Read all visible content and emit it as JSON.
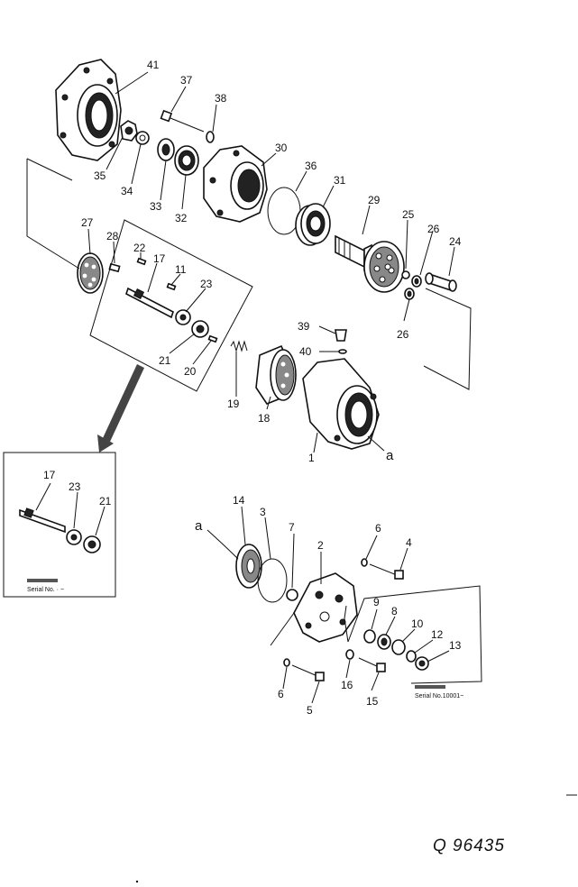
{
  "diagram": {
    "parts": [
      {
        "id": "41",
        "label": "41"
      },
      {
        "id": "37",
        "label": "37"
      },
      {
        "id": "38",
        "label": "38"
      },
      {
        "id": "30",
        "label": "30"
      },
      {
        "id": "36",
        "label": "36"
      },
      {
        "id": "31",
        "label": "31"
      },
      {
        "id": "29",
        "label": "29"
      },
      {
        "id": "25",
        "label": "25"
      },
      {
        "id": "26a",
        "label": "26"
      },
      {
        "id": "24",
        "label": "24"
      },
      {
        "id": "26b",
        "label": "26"
      },
      {
        "id": "35",
        "label": "35"
      },
      {
        "id": "34",
        "label": "34"
      },
      {
        "id": "33",
        "label": "33"
      },
      {
        "id": "32",
        "label": "32"
      },
      {
        "id": "27",
        "label": "27"
      },
      {
        "id": "28",
        "label": "28"
      },
      {
        "id": "22",
        "label": "22"
      },
      {
        "id": "17",
        "label": "17"
      },
      {
        "id": "11",
        "label": "11"
      },
      {
        "id": "23",
        "label": "23"
      },
      {
        "id": "21",
        "label": "21"
      },
      {
        "id": "20",
        "label": "20"
      },
      {
        "id": "19",
        "label": "19"
      },
      {
        "id": "18",
        "label": "18"
      },
      {
        "id": "39",
        "label": "39"
      },
      {
        "id": "40",
        "label": "40"
      },
      {
        "id": "1",
        "label": "1"
      },
      {
        "id": "a1",
        "label": "a"
      },
      {
        "id": "17b",
        "label": "17"
      },
      {
        "id": "23b",
        "label": "23"
      },
      {
        "id": "21b",
        "label": "21"
      },
      {
        "id": "a2",
        "label": "a"
      },
      {
        "id": "14",
        "label": "14"
      },
      {
        "id": "3",
        "label": "3"
      },
      {
        "id": "7",
        "label": "7"
      },
      {
        "id": "2",
        "label": "2"
      },
      {
        "id": "6a",
        "label": "6"
      },
      {
        "id": "4",
        "label": "4"
      },
      {
        "id": "9",
        "label": "9"
      },
      {
        "id": "8",
        "label": "8"
      },
      {
        "id": "10",
        "label": "10"
      },
      {
        "id": "12",
        "label": "12"
      },
      {
        "id": "13",
        "label": "13"
      },
      {
        "id": "6b",
        "label": "6"
      },
      {
        "id": "5",
        "label": "5"
      },
      {
        "id": "16",
        "label": "16"
      },
      {
        "id": "15",
        "label": "15"
      }
    ],
    "inset_left": {
      "serial_label": "Serial No.  ·  ~"
    },
    "inset_right": {
      "serial_label": "Serial No.10001~"
    },
    "drawing_code": "Q 96435"
  }
}
